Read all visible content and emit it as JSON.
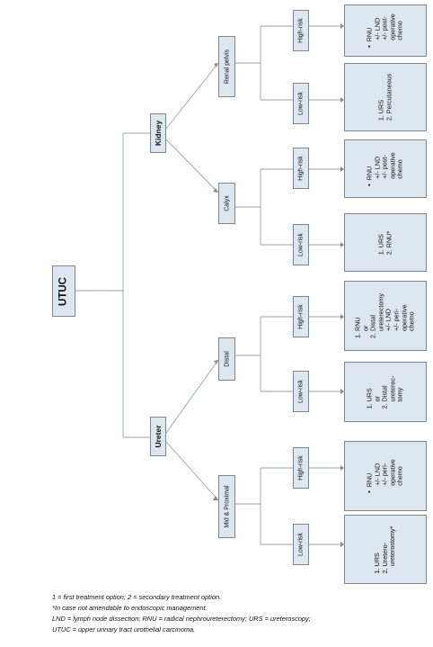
{
  "root": {
    "label": "UTUC"
  },
  "kidney": {
    "label": "Kidney",
    "renal_pelvis": {
      "label": "Renal pelvis",
      "high": {
        "label": "High-risk",
        "treatment": [
          "•  RNU",
          "    +/- LND",
          "    +/- post-",
          "    operative",
          "    chemo"
        ]
      },
      "low": {
        "label": "Low-risk",
        "treatment": [
          "1. URS",
          "2. Percutaneous"
        ]
      }
    },
    "calyx": {
      "label": "Calyx",
      "high": {
        "label": "High-risk",
        "treatment": [
          "•  RNU",
          "    +/- LND",
          "    +/- post-",
          "    operative",
          "    chemo"
        ]
      },
      "low": {
        "label": "Low-risk",
        "treatment": [
          "1. URS",
          "2. RNU*"
        ]
      }
    }
  },
  "ureter": {
    "label": "Ureter",
    "distal": {
      "label": "Distal",
      "high": {
        "label": "High-risk",
        "treatment": [
          "1. RNU",
          "    or",
          "2. Distal",
          "    ureterectomy",
          "    +/- LND",
          "    +/- peri-",
          "    operative",
          "    chemo"
        ]
      },
      "low": {
        "label": "Low-risk",
        "treatment": [
          "1. URS",
          "    or",
          "2. Distal",
          "    ureterec-",
          "    tomy"
        ]
      }
    },
    "mid_proximal": {
      "label": "Mid & Proximal",
      "high": {
        "label": "High-risk",
        "treatment": [
          "•  RNU",
          "    +/- LND",
          "    +/- peri-",
          "    operative",
          "    chemo"
        ]
      },
      "low": {
        "label": "Low-risk",
        "treatment": [
          "1. URS",
          "2. Uretero-",
          "    ureterostomy*"
        ]
      }
    }
  },
  "footnotes": [
    "1 = first treatment option; 2 = secondary treatment option.",
    "*In case not amendable to endoscopic management.",
    "LND = lymph node dissection; RNU = radical nephroureterectomy; URS = ureteroscopy;",
    "UTUC = upper urinary tract urothelial carcinoma."
  ]
}
